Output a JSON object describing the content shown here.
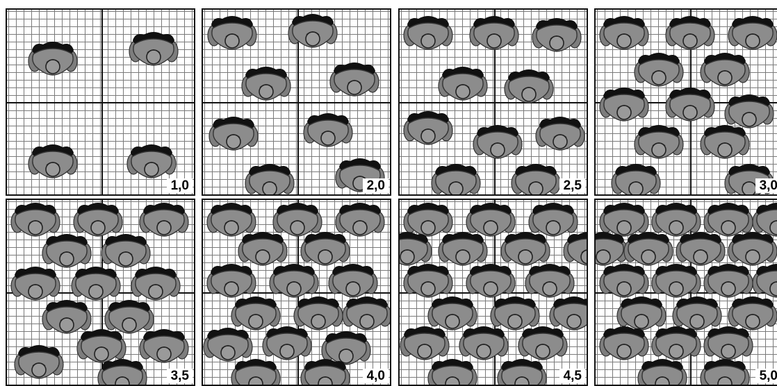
{
  "panels": [
    {
      "label": "1,0",
      "count": 4
    },
    {
      "label": "2,0",
      "count": 8
    },
    {
      "label": "2,5",
      "count": 10
    },
    {
      "label": "3,0",
      "count": 12
    },
    {
      "label": "3,5",
      "count": 14
    },
    {
      "label": "4,0",
      "count": 16
    },
    {
      "label": "4,5",
      "count": 18
    },
    {
      "label": "5,0",
      "count": 20
    }
  ],
  "figure_icon": "overhead-person-icon",
  "colors": {
    "background": "#ffffff",
    "grid": "#7a7a7a",
    "divider": "#111111",
    "body": "#8c8c8c",
    "head_hair": "#111111"
  }
}
